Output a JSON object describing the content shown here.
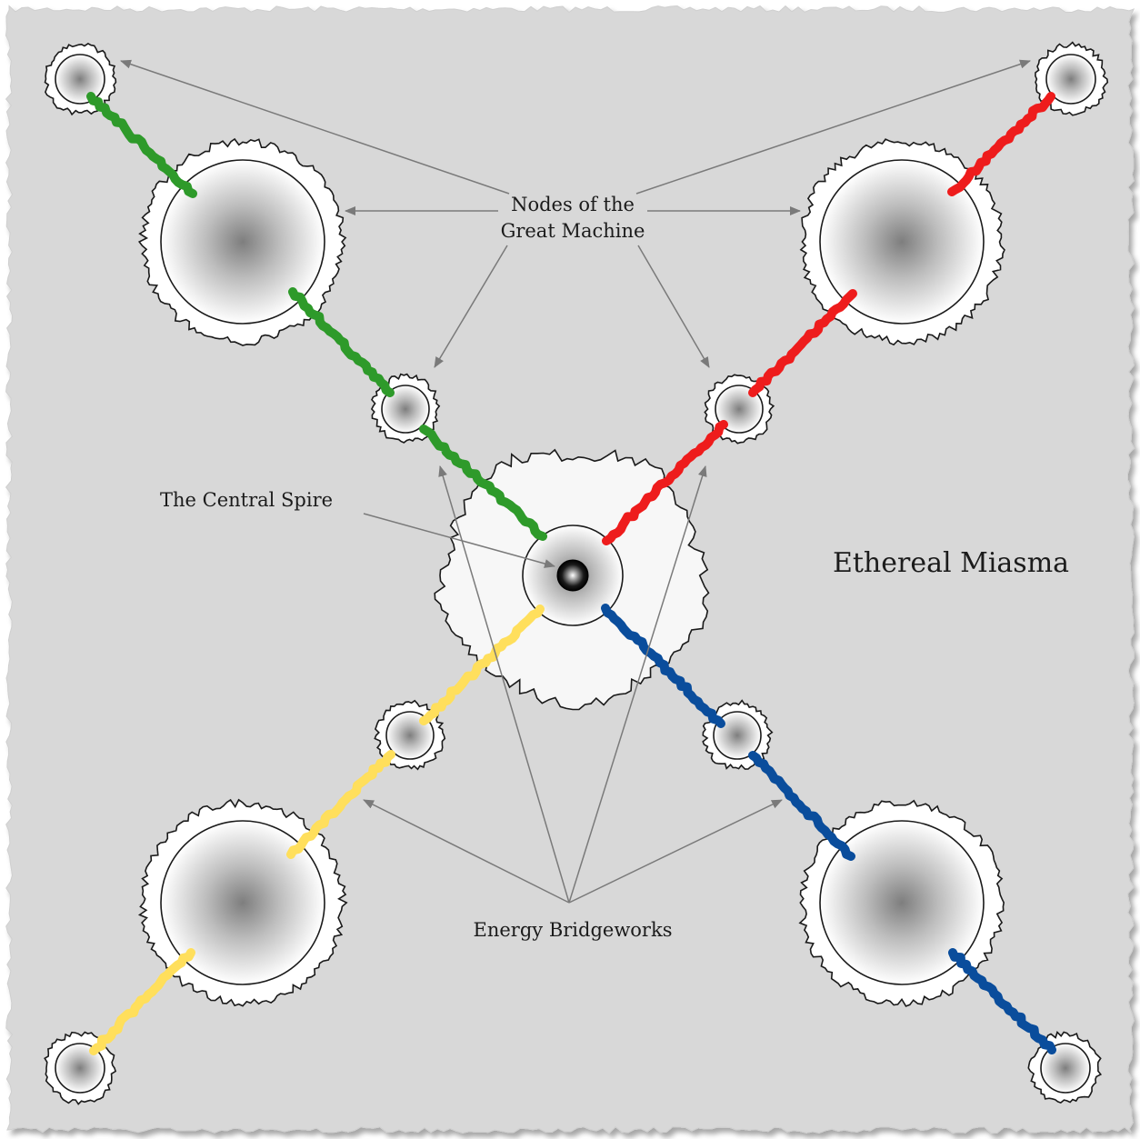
{
  "map": {
    "labels": {
      "nodes": [
        "Nodes of the",
        "Great Machine"
      ],
      "spire": "The Central Spire",
      "miasma": "Ethereal Miasma",
      "bridges": "Energy Bridgeworks"
    },
    "colors": {
      "background": "#d8d8d8",
      "page_border": "#ffffff",
      "outline": "#1a1a1a",
      "arrow": "#7a7a7a",
      "bridge_green": "#2e9a2a",
      "bridge_red": "#ee1c1c",
      "bridge_yellow": "#ffdf5c",
      "bridge_blue": "#0a4d9c"
    },
    "nodes": [
      {
        "kind": "large-node"
      },
      {
        "kind": "large-node"
      },
      {
        "kind": "large-node"
      },
      {
        "kind": "large-node"
      },
      {
        "kind": "small-node"
      },
      {
        "kind": "small-node"
      },
      {
        "kind": "small-node"
      },
      {
        "kind": "small-node"
      },
      {
        "kind": "outer-node"
      },
      {
        "kind": "outer-node"
      },
      {
        "kind": "outer-node"
      },
      {
        "kind": "outer-node"
      }
    ],
    "bridges": [
      {
        "name": "green",
        "color_key": "bridge_green"
      },
      {
        "name": "red",
        "color_key": "bridge_red"
      },
      {
        "name": "yellow",
        "color_key": "bridge_yellow"
      },
      {
        "name": "blue",
        "color_key": "bridge_blue"
      }
    ]
  }
}
